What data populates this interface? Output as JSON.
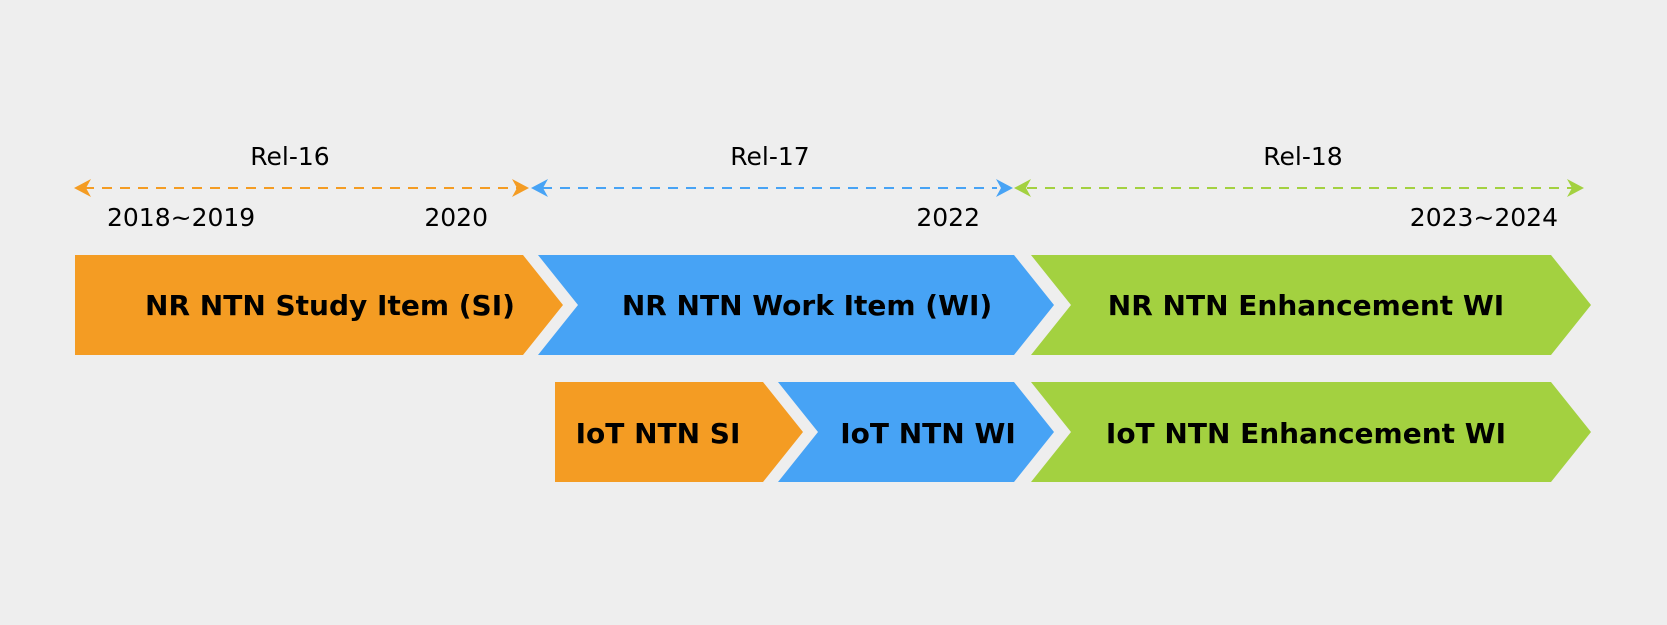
{
  "colors": {
    "background": "#eeeeee",
    "orange": "#f49c23",
    "blue": "#47a3f5",
    "green": "#a3d140",
    "text": "#000000"
  },
  "releases": [
    {
      "label": "Rel-16",
      "color": "#f49c23"
    },
    {
      "label": "Rel-17",
      "color": "#47a3f5"
    },
    {
      "label": "Rel-18",
      "color": "#a3d140"
    }
  ],
  "years": [
    "2018~2019",
    "2020",
    "2022",
    "2023~2024"
  ],
  "nr_row": [
    {
      "label": "NR NTN Study Item (SI)",
      "color": "#f49c23"
    },
    {
      "label": "NR NTN Work Item (WI)",
      "color": "#47a3f5"
    },
    {
      "label": "NR NTN Enhancement WI",
      "color": "#a3d140"
    }
  ],
  "iot_row": [
    {
      "label": "IoT NTN SI",
      "color": "#f49c23"
    },
    {
      "label": "IoT NTN WI",
      "color": "#47a3f5"
    },
    {
      "label": "IoT NTN Enhancement WI",
      "color": "#a3d140"
    }
  ]
}
